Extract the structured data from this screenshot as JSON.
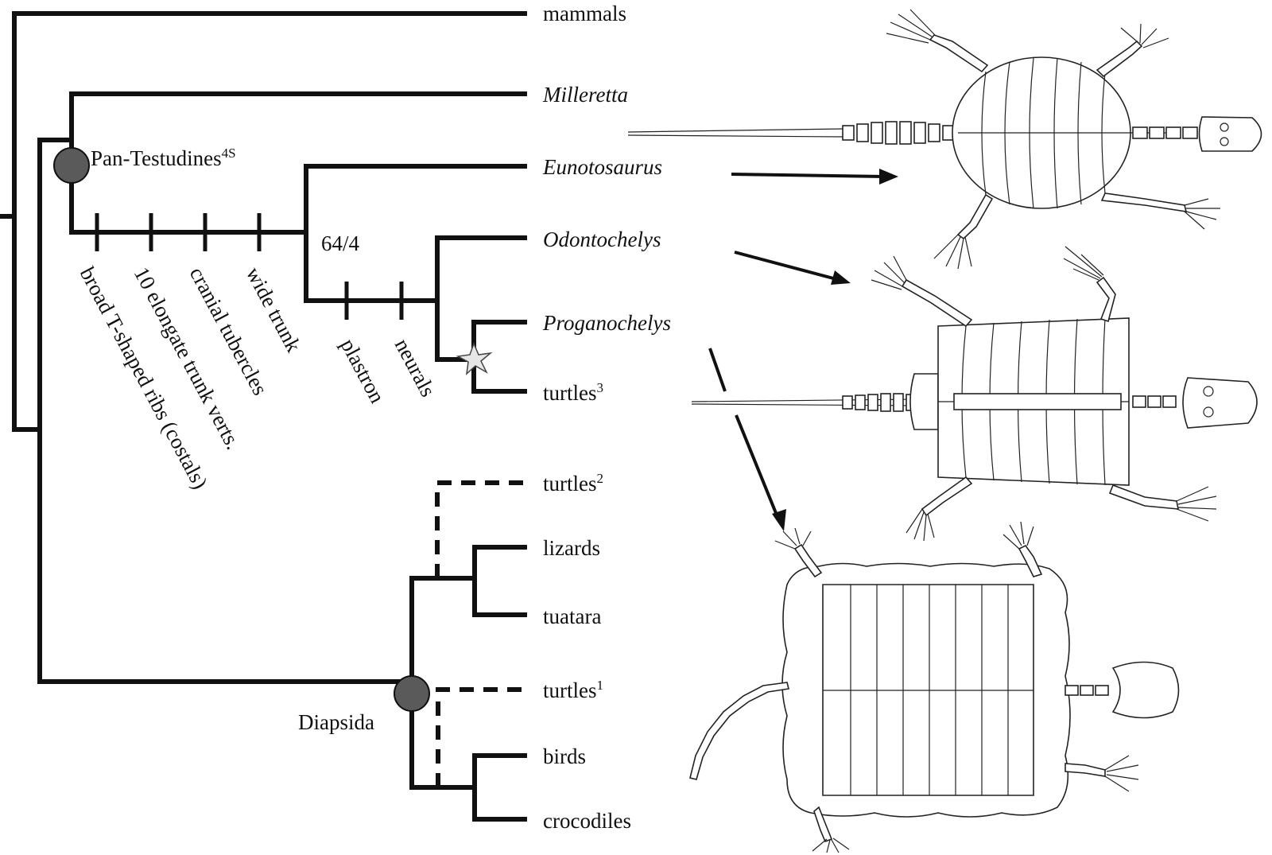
{
  "taxa": {
    "mammals": "mammals",
    "milleretta": "Milleretta",
    "eunotosaurus": "Eunotosaurus",
    "odontochelys": "Odontochelys",
    "proganochelys": "Proganochelys",
    "turtles3": "turtles",
    "turtles3_sup": "3",
    "turtles2": "turtles",
    "turtles2_sup": "2",
    "lizards": "lizards",
    "tuatara": "tuatara",
    "turtles1": "turtles",
    "turtles1_sup": "1",
    "birds": "birds",
    "crocodiles": "crocodiles"
  },
  "nodes": {
    "pan_testudines": "Pan-Testudines",
    "pan_testudines_sup": "4S",
    "diapsida": "Diapsida",
    "support": "64/4"
  },
  "characters": {
    "c1": "broad T-shaped ribs (costals)",
    "c2": "10 elongate trunk verts.",
    "c3": "cranial tubercles",
    "c4": "wide trunk",
    "c5": "plastron",
    "c6": "neurals"
  },
  "colors": {
    "branch": "#111111",
    "node_fill": "#5a5a5a",
    "star": "#e6e6e6"
  },
  "illustrations": [
    "eunotosaurus-skeleton",
    "odontochelys-skeleton",
    "proganochelys-skeleton"
  ]
}
